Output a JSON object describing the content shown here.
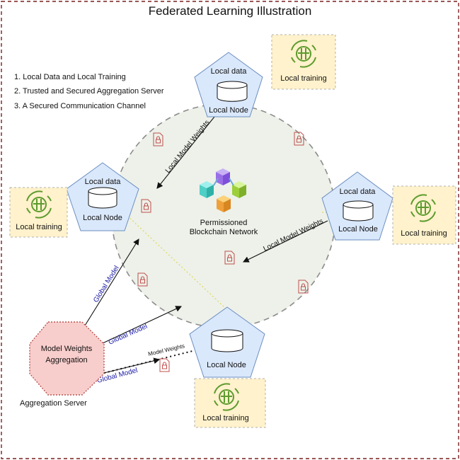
{
  "title": "Federated Learning Illustration",
  "legend": {
    "items": [
      "1. Local Data and Local Training",
      "2. Trusted and Secured Aggregation Server",
      "3. A Secured Communication Channel"
    ]
  },
  "network": {
    "label_line1": "Permissioned",
    "label_line2": "Blockchain Network"
  },
  "nodes": [
    {
      "data_label": "Local data",
      "node_label": "Local Node",
      "training_label": "Local training"
    },
    {
      "data_label": "Local data",
      "node_label": "Local Node",
      "training_label": "Local training"
    },
    {
      "data_label": "Local data",
      "node_label": "Local Node",
      "training_label": "Local training"
    },
    {
      "data_label": "",
      "node_label": "Local Node",
      "training_label": "Local training"
    }
  ],
  "server": {
    "line1": "Model Weights",
    "line2": "Aggregation",
    "caption": "Aggregation  Server"
  },
  "arrows": {
    "local_weights": "Local Model Weights",
    "global_model": "Global Model",
    "model_weights": "Model Weights"
  },
  "colors": {
    "node_fill": "#dae8fc",
    "node_stroke": "#6c8ebf",
    "training_fill": "#fff2cc",
    "circle_fill": "#edf1e9",
    "server_fill": "#f8cecc",
    "server_stroke": "#b85450",
    "arrow_text": "#1a1aa6",
    "lock_color": "#c0504d",
    "frame_color": "#7a1f1f"
  }
}
